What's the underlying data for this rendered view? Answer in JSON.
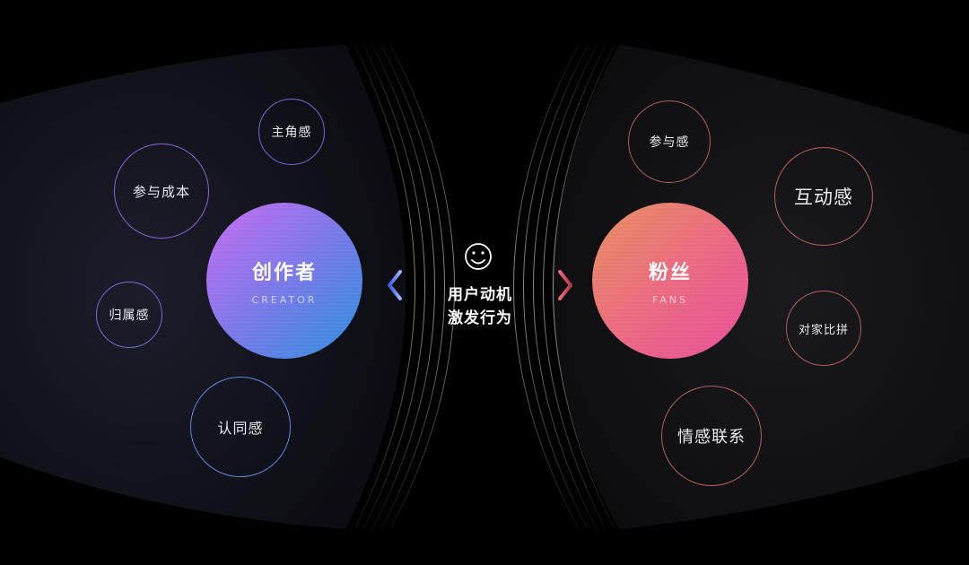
{
  "creator": {
    "title": "创作者",
    "subtitle": "CREATOR",
    "bubbles": [
      "主角感",
      "参与成本",
      "归属感",
      "认同感"
    ]
  },
  "fans": {
    "title": "粉丝",
    "subtitle": "FANS",
    "bubbles": [
      "参与感",
      "互动感",
      "对家比拼",
      "情感联系"
    ]
  },
  "center": {
    "icon": "smiley-face-icon",
    "line1": "用户动机",
    "line2": "激发行为"
  },
  "colors": {
    "creator_gradient": [
      "#c86cf0",
      "#2d8fe0"
    ],
    "fans_gradient": [
      "#e8905f",
      "#e84f9b"
    ],
    "creator_ring": "#9b6ef0",
    "fans_ring": "#c06a66"
  }
}
